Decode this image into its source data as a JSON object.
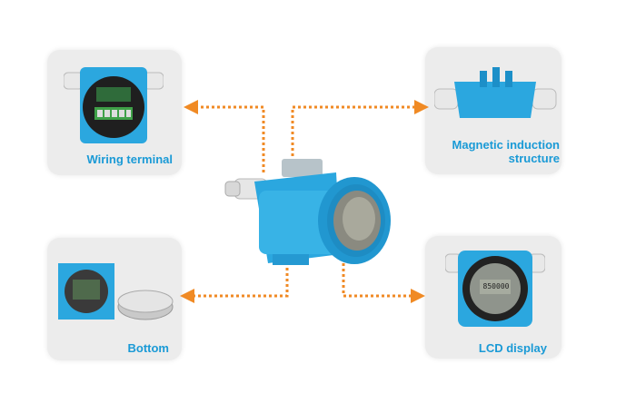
{
  "labels": {
    "wiring_terminal": "Wiring terminal",
    "magnetic_line1": "Magnetic induction",
    "magnetic_line2": "structure",
    "bottom": "Bottom",
    "lcd_display": "LCD display"
  },
  "lcd_reading": "850000",
  "colors": {
    "device_blue": "#2ba7df",
    "label_blue": "#1a9ad6",
    "arrow_orange": "#f08a24",
    "card_bg": "#ececec"
  }
}
